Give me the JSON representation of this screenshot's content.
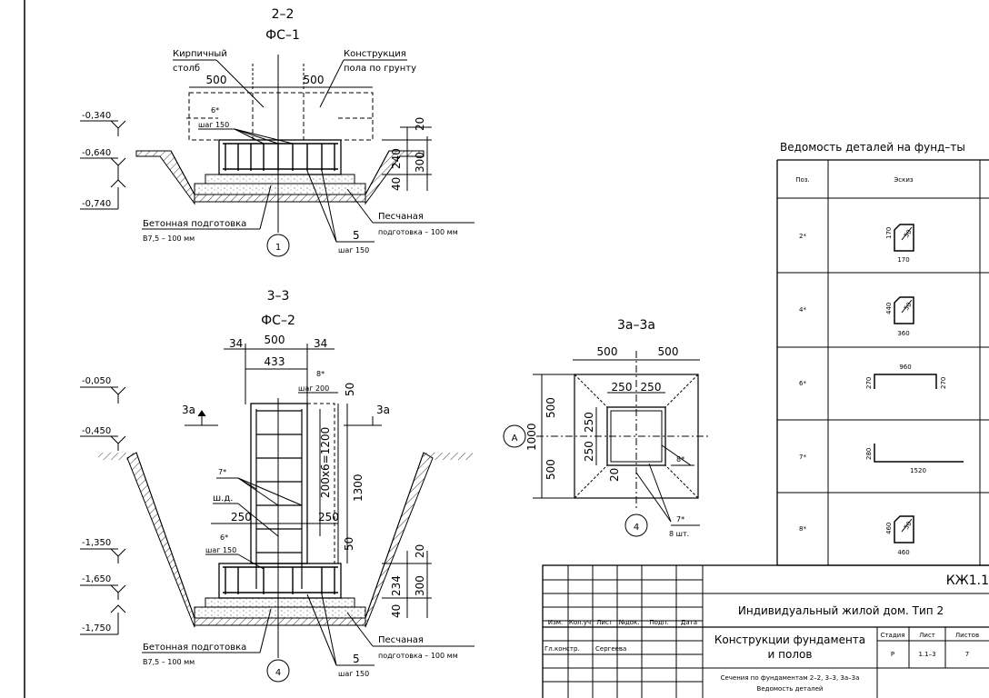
{
  "sec22": {
    "title": "2–2",
    "subtitle": "ФС–1",
    "lbl_brick1": "Кирпичный",
    "lbl_brick2": "столб",
    "lbl_floor1": "Конструкция",
    "lbl_floor2": "пола по грунту",
    "dim_500a": "500",
    "dim_500b": "500",
    "rebar6": "6*",
    "step150": "шаг 150",
    "lev1": "-0,340",
    "lev2": "-0,640",
    "lev3": "-0,740",
    "d20": "20",
    "d240": "240",
    "d300": "300",
    "d40": "40",
    "concrete1": "Бетонная подготовка",
    "concrete2": "В7,5 – 100 мм",
    "sand1": "Песчаная",
    "sand2": "подготовка – 100 мм",
    "rebar5": "5",
    "step150b": "шаг 150",
    "axis": "1"
  },
  "sec33": {
    "title": "3–3",
    "subtitle": "ФС–2",
    "d34a": "34",
    "d500": "500",
    "d34b": "34",
    "d433": "433",
    "rebar8": "8*",
    "step200": "шаг 200",
    "d50a": "50",
    "lev1": "-0,050",
    "lev2": "-0,450",
    "lev3": "-1,350",
    "lev4": "-1,650",
    "lev5": "-1,750",
    "cut_l": "3а",
    "cut_r": "3а",
    "d200x6": "200х6=1200",
    "d1300": "1300",
    "rebar7": "7*",
    "shd": "ш.д.",
    "d250a": "250",
    "d250b": "250",
    "rebar6": "6*",
    "step150": "шаг 150",
    "d50b": "50",
    "d20": "20",
    "d234": "234",
    "d300": "300",
    "d40": "40",
    "concrete1": "Бетонная подготовка",
    "concrete2": "В7,5 – 100 мм",
    "sand1": "Песчаная",
    "sand2": "подготовка – 100 мм",
    "rebar5": "5",
    "step150b": "шаг 150",
    "axis": "4"
  },
  "sec3a": {
    "title": "3а–3а",
    "d500a": "500",
    "d500b": "500",
    "d250a": "250",
    "d250b": "250",
    "d500c": "500",
    "d500d": "500",
    "d1000": "1000",
    "d250c": "250",
    "d250d": "250",
    "d20": "20",
    "rebar8": "8*",
    "rebar7": "7*",
    "count": "8 шт.",
    "axisA": "А",
    "axis4": "4"
  },
  "schedule": {
    "title": "Ведомость деталей на фунд–ты",
    "col_pos": "Поз.",
    "col_sketch": "Эскиз",
    "rows": [
      {
        "pos": "2*",
        "a": "170",
        "b": "170",
        "c": "50"
      },
      {
        "pos": "4*",
        "a": "440",
        "b": "360",
        "c": "50"
      },
      {
        "pos": "6*",
        "a": "960",
        "b": "270",
        "c": "270"
      },
      {
        "pos": "7*",
        "a": "280",
        "b": "1520",
        "c": ""
      },
      {
        "pos": "8*",
        "a": "460",
        "b": "460",
        "c": "50"
      }
    ]
  },
  "stamp": {
    "code": "КЖ1.1",
    "project": "Индивидуальный жилой дом. Тип 2",
    "h_izm": "Изм.",
    "h_kol": "Кол.уч",
    "h_list": "Лист",
    "h_doc": "№док.",
    "h_podp": "Подп.",
    "h_data": "Дата",
    "role": "Гл.констр.",
    "name": "Сергеева",
    "sheet_title1": "Конструкции фундамента",
    "sheet_title2": "и полов",
    "h_stage": "Стадия",
    "h_sheet": "Лист",
    "h_sheets": "Листов",
    "stage": "Р",
    "sheet": "1.1–3",
    "sheets": "7",
    "desc1": "Сечения по фундаментам 2–2, 3–3, 3а–3а",
    "desc2": "Ведомость деталей"
  }
}
